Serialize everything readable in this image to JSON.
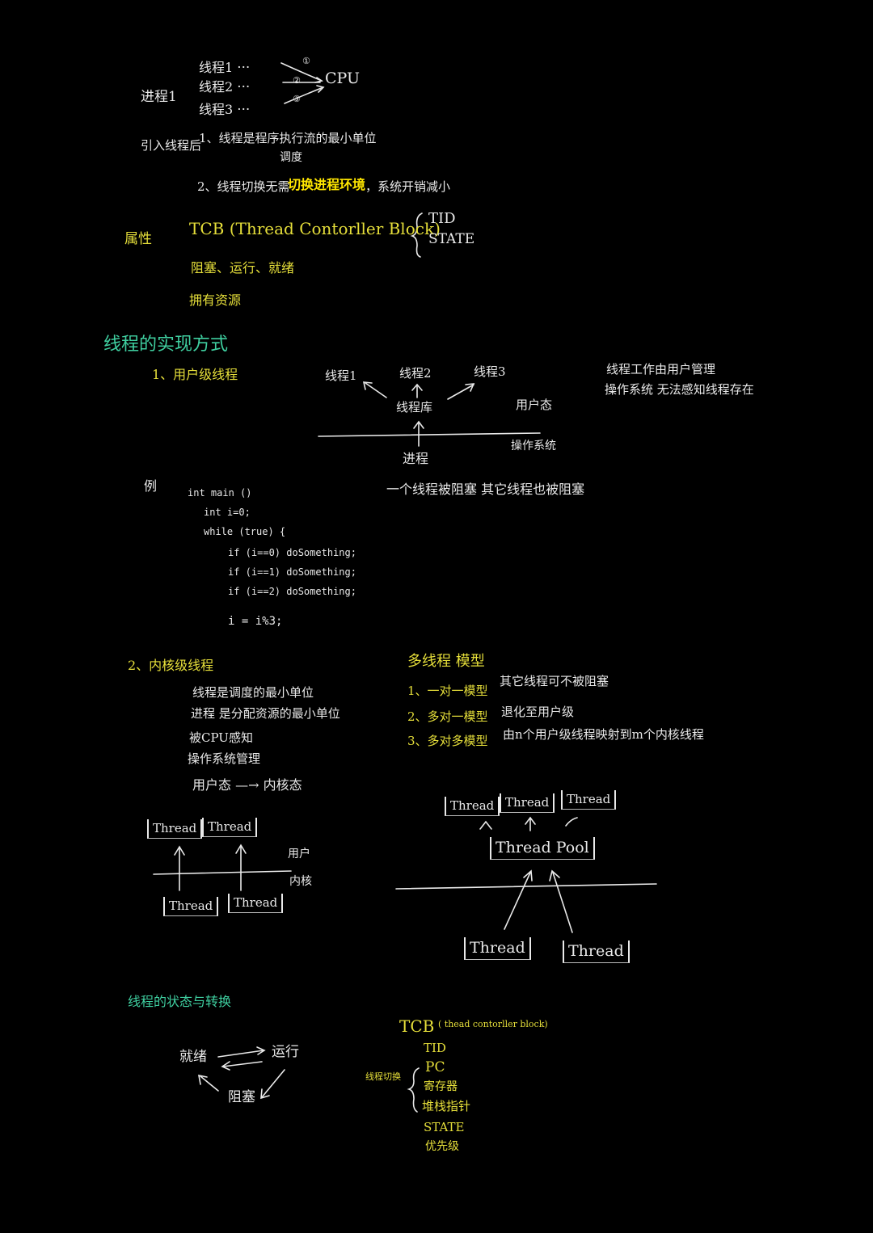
{
  "section1": {
    "process_label": "进程1",
    "threads": [
      "线程1 ⋯",
      "线程2 ⋯",
      "线程3 ⋯"
    ],
    "step_marks": [
      "①",
      "②",
      "③"
    ],
    "cpu": "CPU",
    "intro_prefix": "引入线程后",
    "point1": "1、线程是程序执行流的最小单位",
    "point1_cont": "调度",
    "point2_prefix": "2、线程切换无需",
    "point2_highlight": "切换进程环境",
    "point2_suffix": "，系统开销减小"
  },
  "attributes": {
    "label": "属性",
    "tcb": "TCB (Thread Contorller Block)",
    "fields": [
      "TID",
      "STATE"
    ],
    "states": "阻塞、运行、就绪",
    "line3": "拥有资源"
  },
  "impl": {
    "title": "线程的实现方式",
    "user_level": {
      "title": "1、用户级线程",
      "threads": [
        "线程1",
        "线程2",
        "线程3"
      ],
      "library": "线程库",
      "user_mode": "用户态",
      "os": "操作系统",
      "process": "进程",
      "note1": "线程工作由用户管理",
      "note2": "操作系统 无法感知线程存在",
      "block_note": "一个线程被阻塞 其它线程也被阻塞"
    },
    "example": {
      "label": "例",
      "code": [
        "int main ()",
        "int i=0;",
        "while (true) {",
        "if (i==0)  doSomething;",
        "if (i==1)  doSomething;",
        "if (i==2)  doSomething;",
        "i = i%3;"
      ]
    },
    "kernel_level": {
      "title": "2、内核级线程",
      "lines": [
        "线程是调度的最小单位",
        "进程 是分配资源的最小单位",
        "被CPU感知",
        "操作系统管理",
        "用户态 —→ 内核态"
      ],
      "user_label": "用户",
      "kernel_label": "内核",
      "thread_box": "Thread"
    },
    "multi": {
      "title": "多线程 模型",
      "items": [
        {
          "label": "1、一对一模型",
          "desc": "其它线程可不被阻塞"
        },
        {
          "label": "2、多对一模型",
          "desc": "退化至用户级"
        },
        {
          "label": "3、多对多模型",
          "desc": "由n个用户级线程映射到m个内核线程"
        }
      ],
      "thread_box": "Thread",
      "pool": "Thread Pool"
    }
  },
  "switching": {
    "title": "线程的状态与转换",
    "ready": "就绪",
    "running": "运行",
    "blocked": "阻塞",
    "tcb_title": "TCB",
    "tcb_sub": "( thead contorller block)",
    "side_label": "线程切换",
    "fields": [
      "TID",
      "PC",
      "寄存器",
      "堆栈指针",
      "STATE",
      "优先级"
    ]
  }
}
